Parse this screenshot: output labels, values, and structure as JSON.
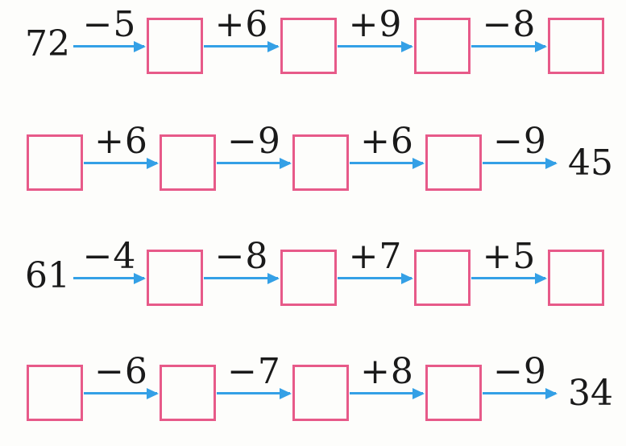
{
  "worksheet": {
    "colors": {
      "background": "#fdfdfb",
      "box_border": "#e75a89",
      "arrow": "#34a0e6",
      "text": "#1a1a1a"
    },
    "rows": [
      {
        "start": "72",
        "ops": [
          "−5",
          "+6",
          "+9",
          "−8"
        ],
        "end": null
      },
      {
        "start": null,
        "ops": [
          "+6",
          "−9",
          "+6",
          "−9"
        ],
        "end": "45"
      },
      {
        "start": "61",
        "ops": [
          "−4",
          "−8",
          "+7",
          "+5"
        ],
        "end": null
      },
      {
        "start": null,
        "ops": [
          "−6",
          "−7",
          "+8",
          "−9"
        ],
        "end": "34"
      }
    ]
  }
}
